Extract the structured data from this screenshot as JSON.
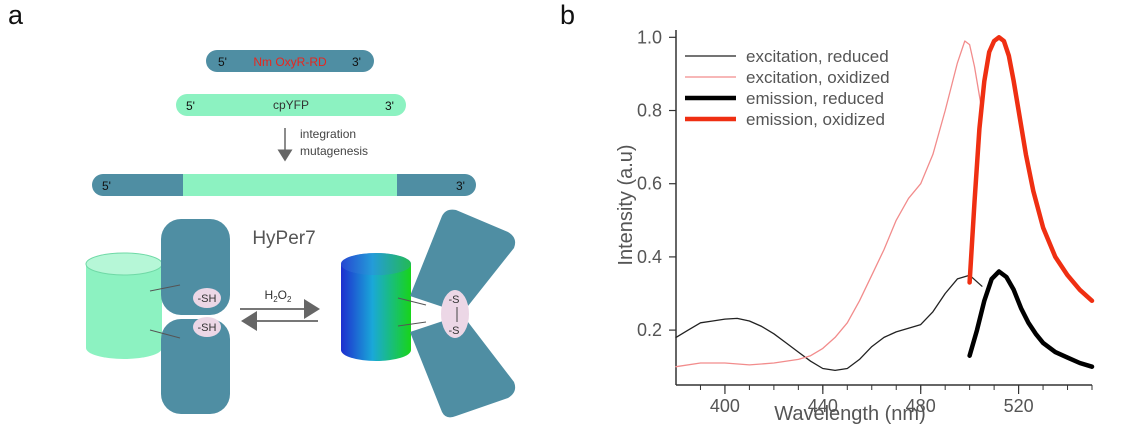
{
  "panel_a": {
    "letter": "a",
    "gene_oxyr": {
      "five": "5'",
      "name": "Nm OxyR-RD",
      "three": "3'"
    },
    "gene_cpyfp": {
      "five": "5'",
      "name": "cpYFP",
      "three": "3'"
    },
    "step_label_1": "integration",
    "step_label_2": "mutagenesis",
    "fusion_gene": {
      "five": "5'",
      "three": "3'"
    },
    "sensor_name": "HyPer7",
    "reduced_thiol_1": "-SH",
    "reduced_thiol_2": "-SH",
    "reagent_main": "H",
    "reagent_sub1": "2",
    "reagent_mid": "O",
    "reagent_sub2": "2",
    "disulfide_top": "-S",
    "disulfide_bottom": "-S",
    "colors": {
      "domain_blue": "#4f8ea3",
      "cpyfp_green": "#8cf2c1",
      "red_label": "#e8261e",
      "thiol_pink": "#ecd7e6"
    }
  },
  "panel_b": {
    "letter": "b",
    "chart_data": {
      "type": "line",
      "xlabel": "Wavelength (nm)",
      "ylabel": "Intensity (a.u)",
      "xlim": [
        380,
        550
      ],
      "ylim": [
        0.05,
        1.02
      ],
      "xticks": [
        400,
        440,
        480,
        520
      ],
      "yticks": [
        0.2,
        0.4,
        0.6,
        0.8,
        1.0
      ],
      "ytick_labels": [
        "0.2",
        "0.4",
        "0.6",
        "0.8",
        "1.0"
      ],
      "legend_position": "top-left",
      "series": [
        {
          "name": "excitation, reduced",
          "color": "#222222",
          "width": 1.3,
          "x": [
            380,
            385,
            390,
            395,
            400,
            405,
            410,
            415,
            420,
            425,
            430,
            435,
            440,
            445,
            450,
            455,
            460,
            465,
            470,
            475,
            480,
            485,
            490,
            495,
            500,
            505
          ],
          "y": [
            0.18,
            0.2,
            0.22,
            0.225,
            0.23,
            0.232,
            0.225,
            0.21,
            0.19,
            0.165,
            0.14,
            0.115,
            0.095,
            0.09,
            0.095,
            0.12,
            0.155,
            0.18,
            0.195,
            0.205,
            0.215,
            0.25,
            0.3,
            0.34,
            0.35,
            0.32
          ]
        },
        {
          "name": "excitation, oxidized",
          "color": "#f28c8c",
          "width": 1.3,
          "x": [
            380,
            390,
            400,
            410,
            420,
            430,
            435,
            440,
            445,
            450,
            455,
            460,
            465,
            470,
            475,
            480,
            485,
            490,
            495,
            498,
            500,
            502,
            505
          ],
          "y": [
            0.1,
            0.11,
            0.11,
            0.105,
            0.11,
            0.12,
            0.13,
            0.15,
            0.18,
            0.22,
            0.28,
            0.35,
            0.42,
            0.5,
            0.56,
            0.6,
            0.68,
            0.8,
            0.93,
            0.99,
            0.98,
            0.92,
            0.8
          ]
        },
        {
          "name": "emission, reduced",
          "color": "#000000",
          "width": 4.5,
          "x": [
            500,
            503,
            506,
            509,
            512,
            515,
            518,
            521,
            524,
            527,
            530,
            535,
            540,
            545,
            550
          ],
          "y": [
            0.13,
            0.2,
            0.28,
            0.34,
            0.36,
            0.345,
            0.31,
            0.26,
            0.22,
            0.19,
            0.165,
            0.14,
            0.125,
            0.11,
            0.1
          ]
        },
        {
          "name": "emission, oxidized",
          "color": "#ef2f12",
          "width": 4.5,
          "x": [
            500,
            502,
            504,
            506,
            508,
            510,
            512,
            514,
            516,
            518,
            520,
            523,
            526,
            530,
            535,
            540,
            545,
            550
          ],
          "y": [
            0.33,
            0.55,
            0.75,
            0.88,
            0.96,
            0.99,
            1.0,
            0.99,
            0.95,
            0.88,
            0.8,
            0.68,
            0.58,
            0.48,
            0.4,
            0.35,
            0.31,
            0.28
          ]
        }
      ]
    }
  }
}
